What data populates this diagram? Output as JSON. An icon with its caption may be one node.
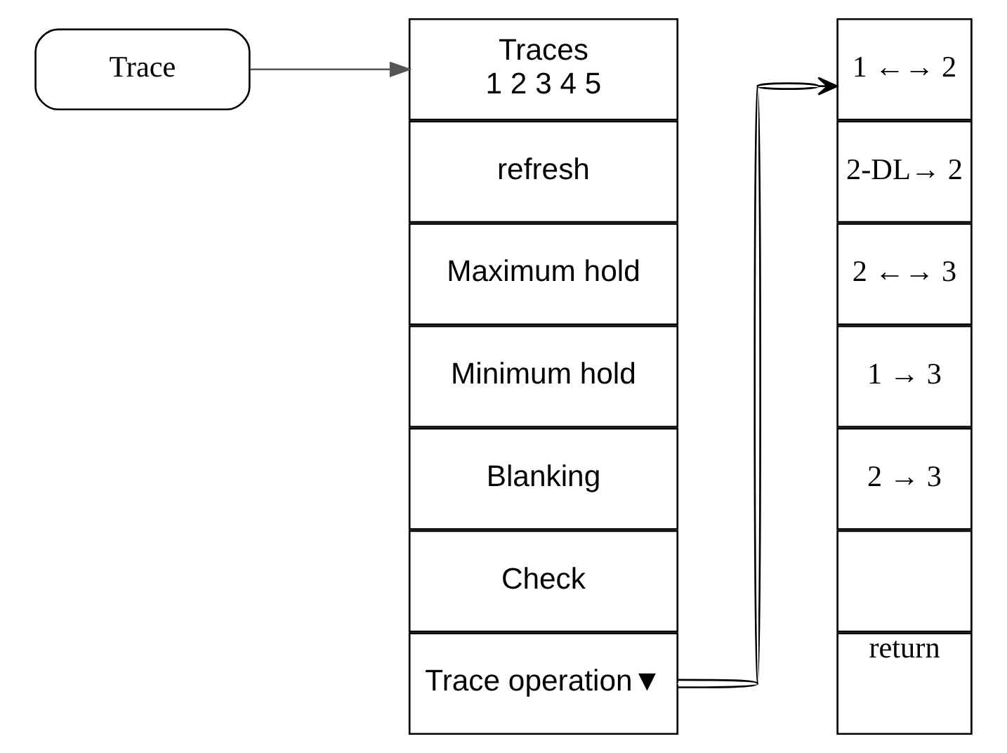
{
  "diagram": {
    "nodes": [
      {
        "text": [
          "Trace"
        ]
      },
      {
        "text": [
          "Traces",
          "1 2 3 4 5"
        ]
      },
      {
        "text": [
          "refresh"
        ]
      },
      {
        "text": [
          "Maximum hold"
        ]
      },
      {
        "text": [
          "Minimum hold"
        ]
      },
      {
        "text": [
          "Blanking"
        ]
      },
      {
        "text": [
          "Check"
        ]
      },
      {
        "text": [
          "Trace operation▼"
        ]
      },
      {
        "text": [
          "1 ←→ 2"
        ]
      },
      {
        "text": [
          "2-DL→ 2"
        ]
      },
      {
        "text": [
          "2 ←→ 3"
        ]
      },
      {
        "text": [
          "1 → 3"
        ]
      },
      {
        "text": [
          "2 → 3"
        ]
      },
      {
        "text": [],
        "shape": "box"
      },
      {
        "text": [
          "return"
        ]
      }
    ],
    "edges": [
      {
        "from": 0,
        "to": 1,
        "arrow": "to"
      },
      {
        "from": 7,
        "to": 8,
        "arrow": "to"
      }
    ]
  }
}
